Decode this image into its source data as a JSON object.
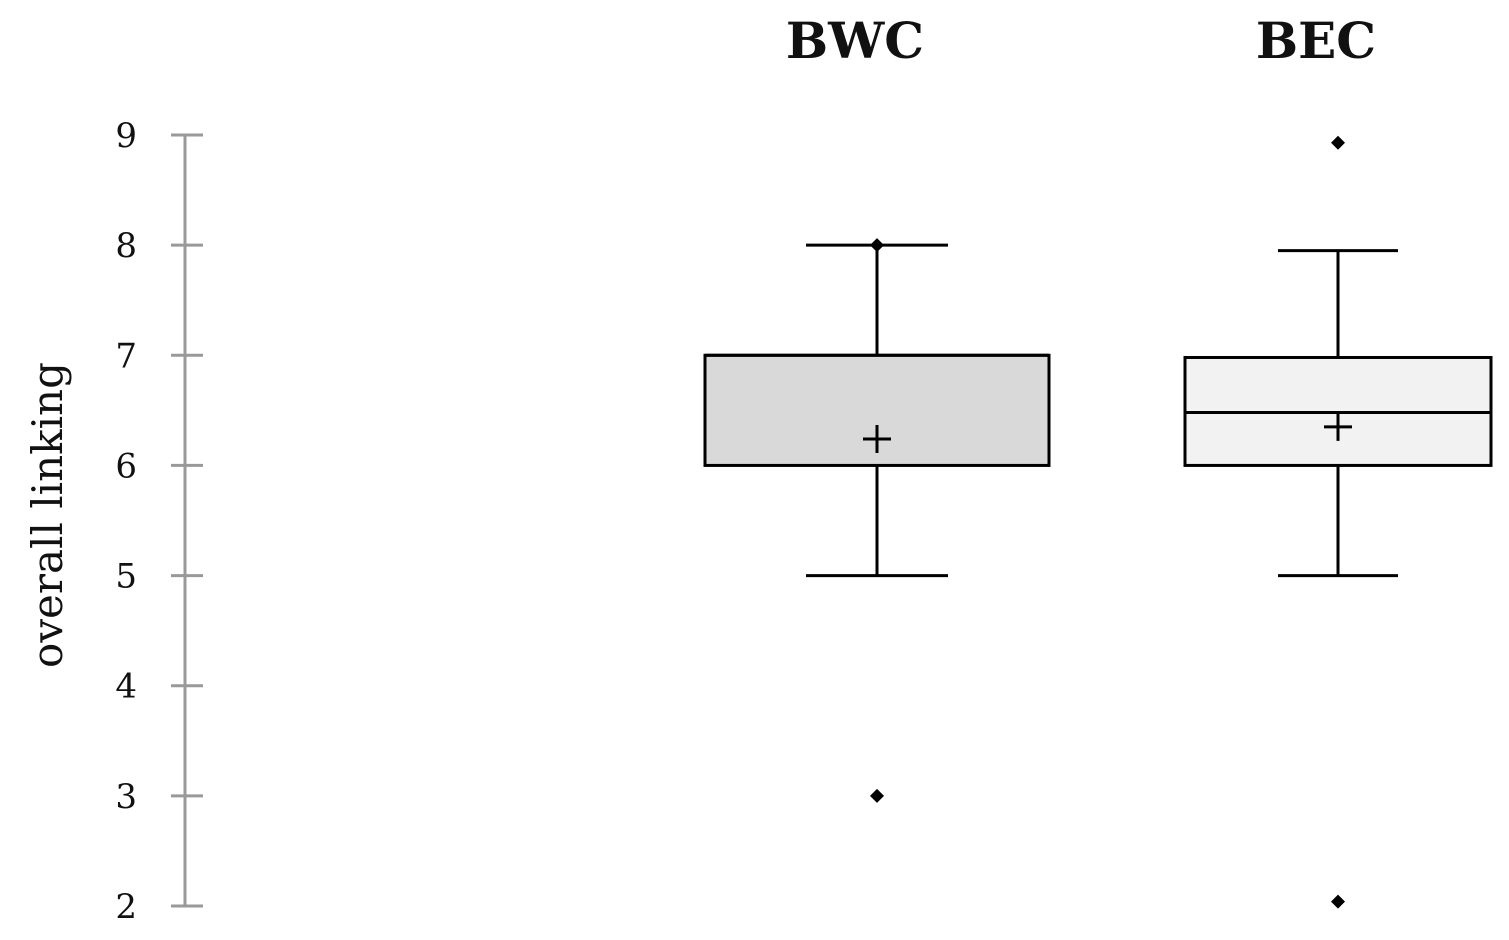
{
  "chart_data": {
    "type": "box",
    "ylabel": "overall linking",
    "xlabel": "",
    "title": "",
    "ylim": [
      2,
      9
    ],
    "yticks": [
      2,
      3,
      4,
      5,
      6,
      7,
      8,
      9
    ],
    "grid": false,
    "categories": [
      "BWC",
      "BEC"
    ],
    "boxes": [
      {
        "category": "BWC",
        "whisker_low": 5,
        "q1": 6,
        "median": 7,
        "q3": 7,
        "whisker_high": 8,
        "mean": 6.24,
        "outliers": [
          8,
          3
        ],
        "fill": "#d9d9d9"
      },
      {
        "category": "BEC",
        "whisker_low": 5,
        "q1": 6,
        "median": 6.48,
        "q3": 6.98,
        "whisker_high": 7.95,
        "mean": 6.35,
        "outliers": [
          8.93,
          2.04
        ],
        "fill": "#f2f2f2"
      }
    ],
    "colors": {
      "axis": "#999999",
      "stroke": "#000000"
    }
  }
}
